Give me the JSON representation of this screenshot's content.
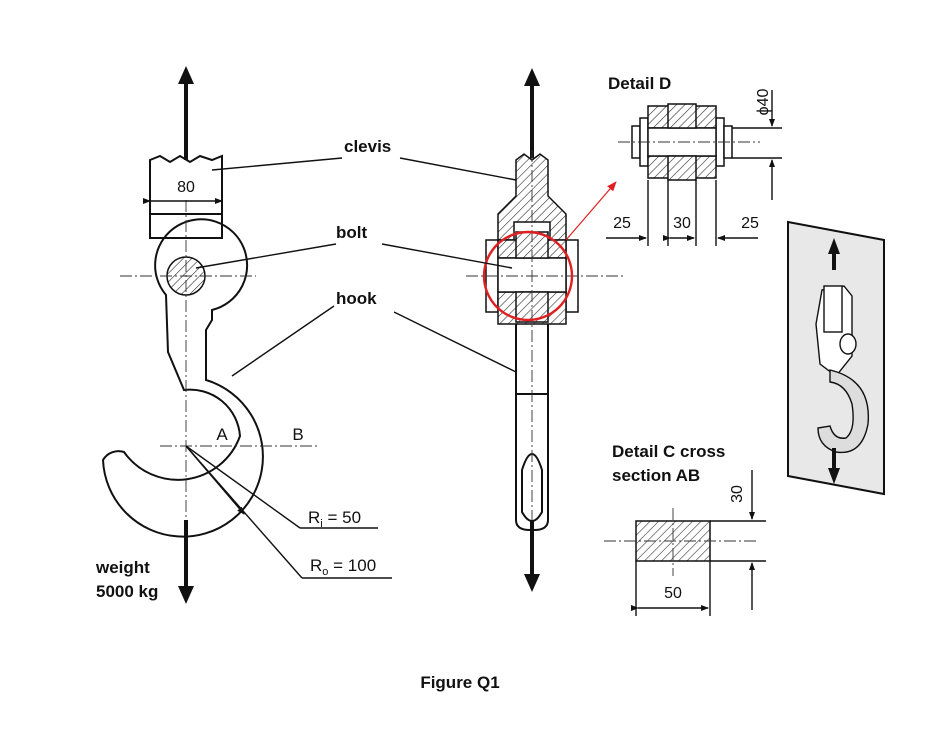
{
  "labels": {
    "clevis": "clevis",
    "bolt": "bolt",
    "hook": "hook",
    "detail_d": "Detail D",
    "detail_c_line1": "Detail C cross",
    "detail_c_line2": "section AB",
    "weight_line1": "weight",
    "weight_line2": "5000 kg",
    "point_a": "A",
    "point_b": "B",
    "ri_label": "R",
    "ri_sub": "i",
    "ri_value": " = 50",
    "ro_label": "R",
    "ro_sub": "o",
    "ro_value": " = 100",
    "caption": "Figure Q1"
  },
  "dimensions": {
    "clevis_width": "80",
    "bolt_diameter": "ϕ40",
    "detail_d_left": "25",
    "detail_d_mid": "30",
    "detail_d_right": "25",
    "section_height": "30",
    "section_width": "50"
  },
  "colors": {
    "highlight_circle": "#e02020",
    "ink": "#111111"
  }
}
